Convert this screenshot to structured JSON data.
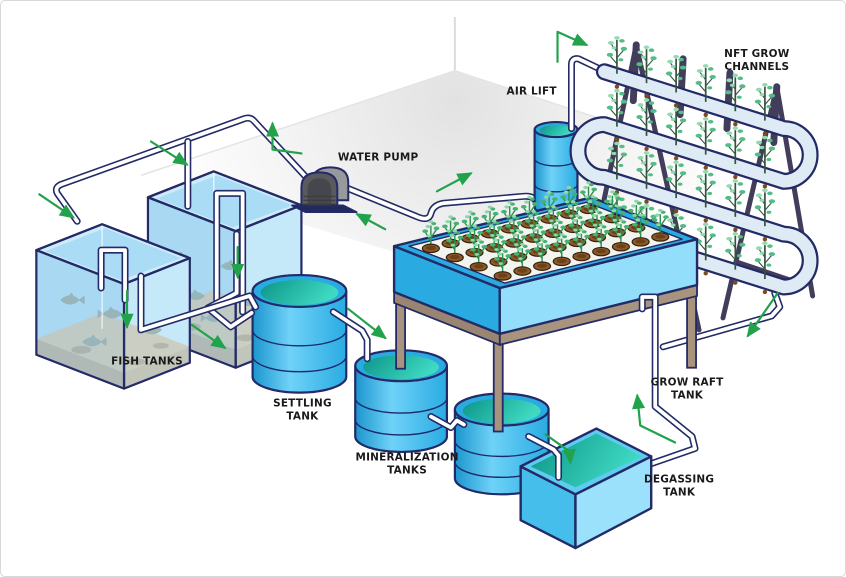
{
  "diagram": {
    "type": "isometric-aquaponics-flow-diagram",
    "background": "#ffffff",
    "labels": {
      "water_pump": "WATER PUMP",
      "air_lift": "AIR LIFT",
      "fish_tanks": "FISH TANKS",
      "nft_grow_channels": {
        "line1": "NFT GROW",
        "line2": "CHANNELS"
      },
      "settling_tank": {
        "line1": "SETTLING",
        "line2": "TANK"
      },
      "mineralization_tanks": {
        "line1": "MINERALIZATION",
        "line2": "TANKS"
      },
      "grow_raft_tank": {
        "line1": "GROW RAFT",
        "line2": "TANK"
      },
      "degassing_tank": {
        "line1": "DEGASSING",
        "line2": "TANK"
      }
    },
    "components": [
      {
        "name": "fish-tanks",
        "label": "FISH TANKS",
        "count": 2
      },
      {
        "name": "water-pump",
        "label": "WATER PUMP",
        "count": 1
      },
      {
        "name": "settling-tank",
        "label": "SETTLING TANK",
        "count": 1
      },
      {
        "name": "mineralization-tanks",
        "label": "MINERALIZATION TANKS",
        "count": 2
      },
      {
        "name": "degassing-tank",
        "label": "DEGASSING TANK",
        "count": 1
      },
      {
        "name": "grow-raft-tank",
        "label": "GROW RAFT TANK",
        "count": 1
      },
      {
        "name": "air-lift",
        "label": "AIR LIFT",
        "count": 1
      },
      {
        "name": "nft-grow-channels",
        "label": "NFT GROW CHANNELS",
        "count": 1
      }
    ],
    "colors": {
      "pipe_outline": "#232A66",
      "pipe_fill": "#FFFFFF",
      "tank_blue": "#29ABE2",
      "tank_blue_light": "#7FD4F7",
      "water_teal": "#12A797",
      "flow_arrow_green": "#21A24B",
      "plant_green": "#54BD85",
      "pot_brown": "#8A5A2B",
      "stand_tan": "#A7937E",
      "pump_gray": "#595A5E",
      "label_text": "#1A1A1A"
    },
    "flow_arrow_count": 13
  }
}
